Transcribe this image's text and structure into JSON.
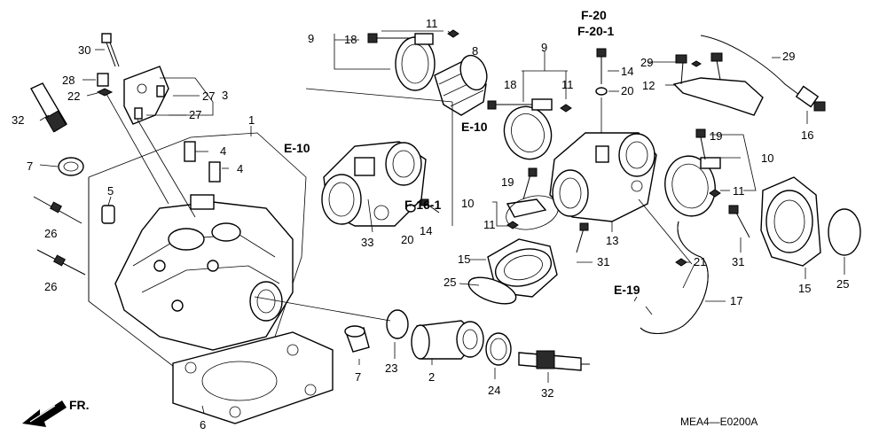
{
  "diagram_code": "MEA4—E0200A",
  "front_arrow_label": "FR.",
  "refs": {
    "f20": "F-20",
    "f201": "F-20-1",
    "e10_left": "E-10",
    "e10_right": "E-10",
    "f161": "F-16-1",
    "e19": "E-19"
  },
  "callouts": {
    "c1": "1",
    "c2": "2",
    "c3": "3",
    "c4a": "4",
    "c4b": "4",
    "c5": "5",
    "c6": "6",
    "c7a": "7",
    "c7b": "7",
    "c8": "8",
    "c9a": "9",
    "c9b": "9",
    "c10a": "10",
    "c10b": "10",
    "c11a": "11",
    "c11b": "11",
    "c11c": "11",
    "c11d": "11",
    "c12": "12",
    "c13": "13",
    "c14a": "14",
    "c14b": "14",
    "c15a": "15",
    "c15b": "15",
    "c16": "16",
    "c17": "17",
    "c18a": "18",
    "c18b": "18",
    "c19a": "19",
    "c19b": "19",
    "c20a": "20",
    "c20b": "20",
    "c21": "21",
    "c22": "22",
    "c23": "23",
    "c24": "24",
    "c25a": "25",
    "c25b": "25",
    "c26a": "26",
    "c26b": "26",
    "c27a": "27",
    "c27b": "27",
    "c28": "28",
    "c29a": "29",
    "c29b": "29",
    "c30": "30",
    "c31a": "31",
    "c31b": "31",
    "c32a": "32",
    "c32b": "32",
    "c33": "33"
  }
}
